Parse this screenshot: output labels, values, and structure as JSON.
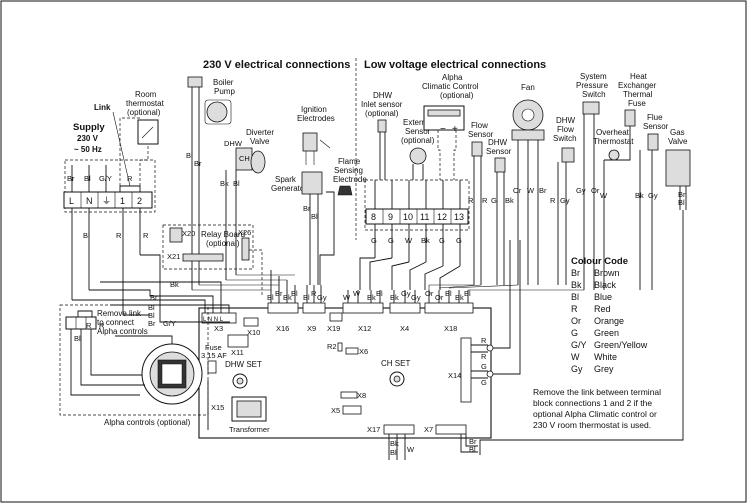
{
  "headers": {
    "high_voltage": "230 V  electrical connections",
    "low_voltage": "Low voltage electrical connections"
  },
  "supply": {
    "line1": "Supply",
    "line2": "230 V",
    "line3": "~ 50 Hz",
    "link": "Link",
    "terminals": [
      "L",
      "N",
      "⏚",
      "1",
      "2"
    ],
    "wires_top": [
      "Br",
      "Bl",
      "G/Y",
      "R"
    ],
    "wires_bottom": [
      "Bl",
      "R",
      "R"
    ]
  },
  "room_thermostat": {
    "line1": "Room",
    "line2": "thermostat",
    "line3": "(optional)"
  },
  "boiler_pump": {
    "line1": "Boiler",
    "line2": "Pump",
    "wires": [
      "Bl",
      "Br"
    ]
  },
  "diverter_valve": {
    "line1": "Diverter",
    "line2": "Valve",
    "dhw": "DHW",
    "ch": "CH",
    "wires": [
      "Bk",
      "Bl"
    ]
  },
  "ignition": {
    "line1": "Ignition",
    "line2": "Electrodes"
  },
  "spark_generator": {
    "line1": "Spark",
    "line2": "Generator",
    "wires": [
      "Br",
      "Bl"
    ]
  },
  "flame_electrode": {
    "line1": "Flame",
    "line2": "Sensing",
    "line3": "Electrode"
  },
  "dhw_inlet": {
    "line1": "DHW",
    "line2": "Inlet sensor",
    "line3": "(optional)"
  },
  "external_sensor": {
    "line1": "External",
    "line2": "Sensor",
    "line3": "(optional)"
  },
  "alpha_climatic": {
    "line1": "Alpha",
    "line2": "Climatic Control",
    "line3": "(optional)",
    "minus": "−",
    "plus": "+"
  },
  "flow_sensor": {
    "line1": "Flow",
    "line2": "Sensor",
    "wires": [
      "R",
      "R"
    ]
  },
  "dhw_sensor": {
    "line1": "DHW",
    "line2": "Sensor",
    "wires": [
      "G",
      "Bk"
    ]
  },
  "fan": {
    "label": "Fan",
    "wires": [
      "Or",
      "W",
      "Br"
    ]
  },
  "dhw_flow_switch": {
    "line1": "DHW",
    "line2": "Flow",
    "line3": "Switch",
    "wires": [
      "R",
      "Gy"
    ]
  },
  "system_pressure_switch": {
    "line1": "System",
    "line2": "Pressure",
    "line3": "Switch",
    "wires": [
      "Gy",
      "Or"
    ]
  },
  "overheat_thermostat": {
    "line1": "Overheat",
    "line2": "Thermostat",
    "wires": [
      "W"
    ]
  },
  "heat_exchanger_fuse": {
    "line1": "Heat",
    "line2": "Exchanger",
    "line3": "Thermal",
    "line4": "Fuse"
  },
  "flue_sensor": {
    "line1": "Flue",
    "line2": "Sensor",
    "wires": [
      "Bk",
      "Gy"
    ]
  },
  "gas_valve": {
    "line1": "Gas",
    "line2": "Valve",
    "wires": [
      "Br",
      "Bl"
    ]
  },
  "terminal_block": {
    "numbers": [
      "8",
      "9",
      "10",
      "11",
      "12",
      "13"
    ],
    "wires": [
      "G",
      "G",
      "W",
      "Bk",
      "G",
      "G"
    ]
  },
  "relay_board": {
    "line1": "Relay Board",
    "line2": "(optional)",
    "x20": "X20",
    "x26": "X26",
    "x21": "X21"
  },
  "alpha_controls": {
    "caption": "Alpha controls (optional)",
    "link_note1": "Remove link",
    "link_note2": "to connect",
    "link_note3": "Alpha controls",
    "wires": [
      "Bl",
      "R",
      "R"
    ]
  },
  "pcb": {
    "x3": "X3",
    "x10": "X10",
    "x11": "X11",
    "x16": "X16",
    "x9": "X9",
    "x19": "X19",
    "x12": "X12",
    "x4": "X4",
    "x18": "X18",
    "x14": "X14",
    "x15": "X15",
    "x8": "X8",
    "x5": "X5",
    "x6": "X6",
    "x7": "X7",
    "x17": "X17",
    "r2": "R2",
    "fuse1": "Fuse",
    "fuse2": "3.15 AF",
    "dhw_set": "DHW SET",
    "ch_set": "CH SET",
    "transformer": "Transformer",
    "x3_pins": "L N N L",
    "x16_wires": [
      "Bl",
      "Br",
      "Bk",
      "Bl"
    ],
    "x9_wires": [
      "Bl",
      "R",
      "Gy"
    ],
    "x12_wires": [
      "W",
      "W",
      "Bk",
      "Bl"
    ],
    "x4_wires": [
      "Bk",
      "Gy",
      "Gy"
    ],
    "x18_wires": [
      "Or",
      "Or",
      "Bl",
      "Bk",
      "Bl"
    ],
    "x14_wires": [
      "R",
      "R",
      "G",
      "G"
    ],
    "x17_wires": [
      "Bk",
      "Bl",
      "W"
    ],
    "x7_wires": [
      "Br",
      "Bl"
    ],
    "feed_wires": [
      "Bk",
      "Br",
      "Bl",
      "Bl",
      "Br",
      "G/Y"
    ]
  },
  "colour_code": {
    "title": "Colour Code",
    "items": [
      {
        "code": "Br",
        "name": "Brown"
      },
      {
        "code": "Bk",
        "name": "Black"
      },
      {
        "code": "Bl",
        "name": "Blue"
      },
      {
        "code": "R",
        "name": "Red"
      },
      {
        "code": "Or",
        "name": "Orange"
      },
      {
        "code": "G",
        "name": "Green"
      },
      {
        "code": "G/Y",
        "name": "Green/Yellow"
      },
      {
        "code": "W",
        "name": "White"
      },
      {
        "code": "Gy",
        "name": "Grey"
      }
    ]
  },
  "note": {
    "lines": [
      "Remove the link between terminal",
      "block connections 1 and 2 if the",
      "optional Alpha Climatic control or",
      "230 V room thermostat is used."
    ]
  }
}
